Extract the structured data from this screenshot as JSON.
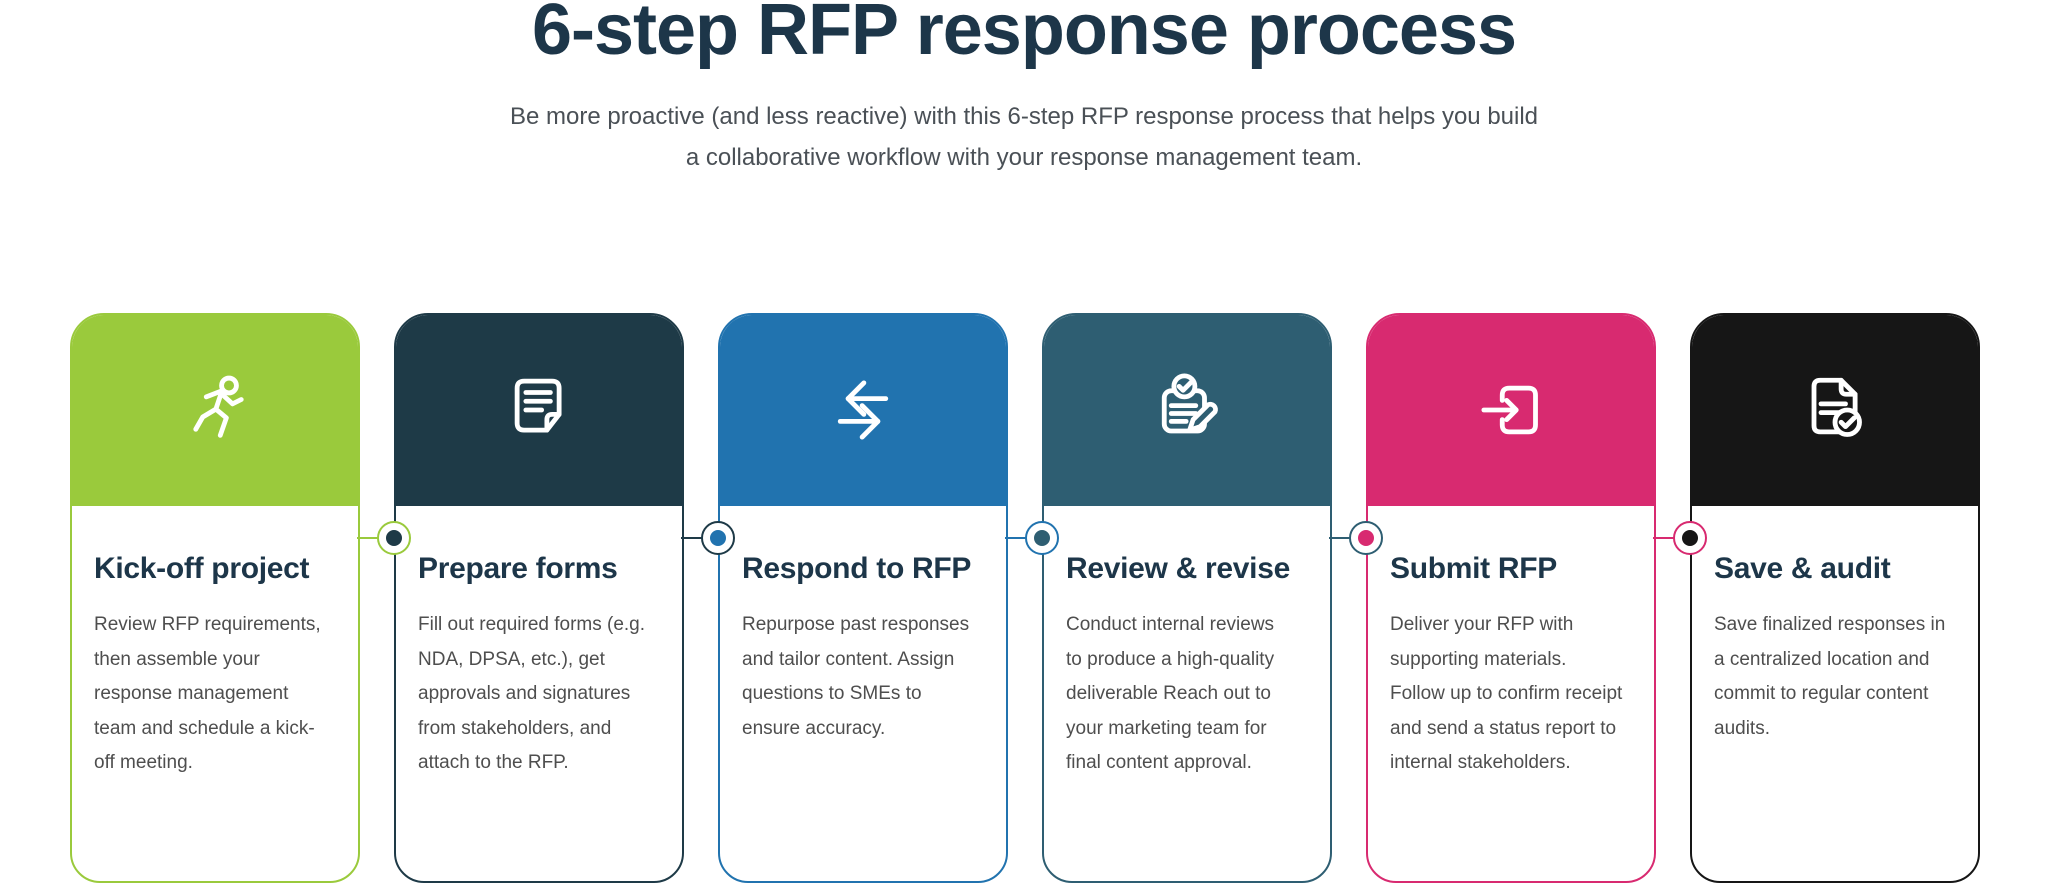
{
  "page": {
    "title": "6-step RFP response process",
    "subtitle_line1": "Be more proactive (and less reactive) with this 6-step RFP response process that helps you build",
    "subtitle_line2": "a collaborative workflow with your response management team."
  },
  "colors": {
    "heading": "#1d3649",
    "subtitle": "#4a5056",
    "body_text": "#4e4e4e",
    "background": "#ffffff"
  },
  "steps": [
    {
      "title": "Kick-off project",
      "icon": "runner-icon",
      "color": "#9aca3c",
      "lines": [
        "Review RFP requirements,",
        "then assemble your",
        "response management",
        "team and schedule a kick-",
        "off meeting."
      ]
    },
    {
      "title": "Prepare forms",
      "icon": "document-lines-icon",
      "color": "#1e3a47",
      "lines": [
        "Fill out required forms (e.g.",
        "NDA, DPSA, etc.), get",
        "approvals and signatures",
        "from stakeholders, and",
        "attach to the RFP."
      ]
    },
    {
      "title": "Respond to RFP",
      "icon": "swap-arrows-icon",
      "color": "#2173af",
      "lines": [
        "Repurpose past responses",
        "and tailor content. Assign",
        "questions to SMEs to",
        "ensure accuracy."
      ]
    },
    {
      "title": "Review & revise",
      "icon": "clipboard-check-pencil-icon",
      "color": "#2e5e72",
      "lines": [
        "Conduct internal reviews",
        "to produce a high-quality",
        "deliverable Reach out to",
        "your marketing team for",
        "final content approval."
      ]
    },
    {
      "title": "Submit RFP",
      "icon": "submit-arrow-icon",
      "color": "#d82a70",
      "lines": [
        "Deliver your RFP with",
        "supporting materials.",
        "Follow up to confirm receipt",
        "and send a status report to",
        "internal stakeholders."
      ]
    },
    {
      "title": "Save & audit",
      "icon": "document-check-icon",
      "color": "#161616",
      "lines": [
        "Save finalized responses in",
        "a centralized location and",
        "commit to regular content",
        "audits."
      ]
    }
  ]
}
